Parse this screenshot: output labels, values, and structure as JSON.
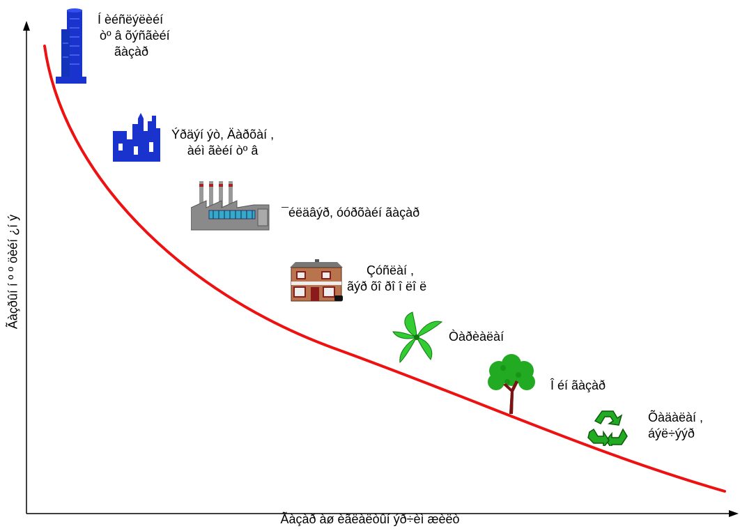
{
  "axes": {
    "x_label": "Ãàçàð àø èãëàëòûí ýð÷èì æèëò",
    "y_label": "Ãàçðûí í º º öèéí ¿í ý"
  },
  "colors": {
    "curve": "#ee1111",
    "axis": "#000000",
    "building_blue": "#1a33cc",
    "plant_green": "#22aa22"
  },
  "items": [
    {
      "icon": "skyscraper-icon",
      "lines": [
        "Í èéñëýëèéí",
        "òº â õýñãèéí",
        "ãàçàð"
      ]
    },
    {
      "icon": "city-skyline-icon",
      "lines": [
        "Ýðäýí ýò, Äàðõàí ,",
        "àéì ãèéí òº â"
      ]
    },
    {
      "icon": "factory-icon",
      "lines": [
        "¯éëäâýð, óóðõàéí ãàçàð"
      ]
    },
    {
      "icon": "house-icon",
      "lines": [
        "Çóñëàí ,",
        "ãýð õî ðî î ëî ë"
      ]
    },
    {
      "icon": "pinwheel-plant-icon",
      "lines": [
        "Òàðèàëàí"
      ]
    },
    {
      "icon": "tree-icon",
      "lines": [
        "Î éí ãàçàð"
      ]
    },
    {
      "icon": "recycle-icon",
      "lines": [
        "Õàäàëàí ,",
        "áýë÷ýýð"
      ]
    }
  ]
}
